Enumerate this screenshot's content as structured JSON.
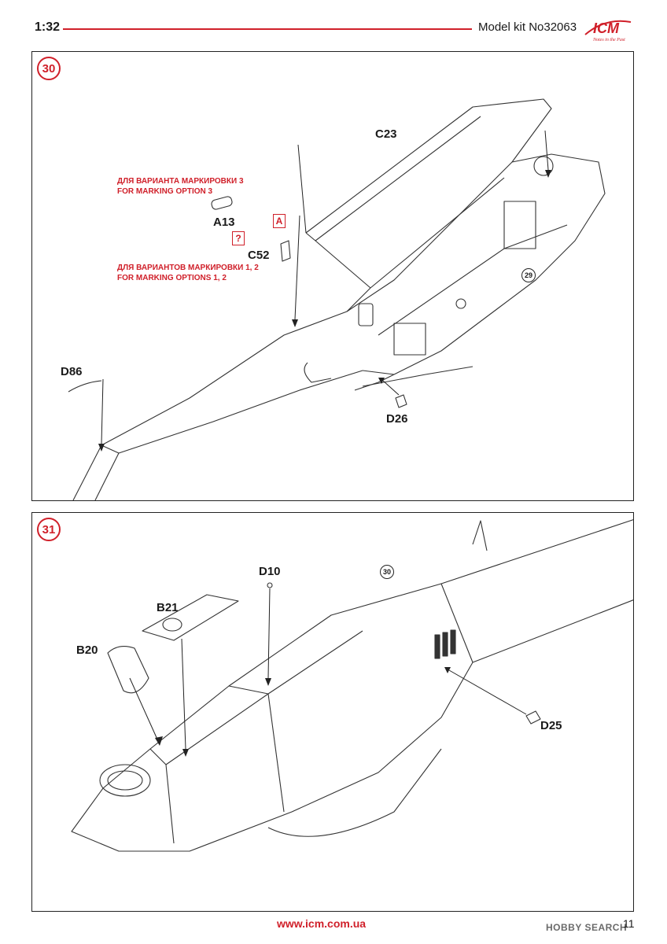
{
  "header": {
    "scale": "1:32",
    "kit_number": "Model kit No32063",
    "logo": {
      "brand": "ICM",
      "slogan": "Notes in the Past"
    }
  },
  "step30": {
    "number": "30",
    "ref_step": "29",
    "parts": {
      "c23": "C23",
      "a13": "A13",
      "c52": "C52",
      "d86": "D86",
      "d26": "D26"
    },
    "note_option3": {
      "ru": "ДЛЯ ВАРИАНТА МАРКИРОВКИ 3",
      "en": "FOR MARKING OPTION 3"
    },
    "note_options12": {
      "ru": "ДЛЯ ВАРИАНТОВ МАРКИРОВКИ 1, 2",
      "en": "FOR MARKING OPTIONS 1, 2"
    },
    "box_a": "A",
    "box_q": "?"
  },
  "step31": {
    "number": "31",
    "ref_step": "30",
    "parts": {
      "d10": "D10",
      "b21": "B21",
      "b20": "B20",
      "d25": "D25"
    }
  },
  "footer": {
    "url": "www.icm.com.ua",
    "page": "11",
    "watermark": "HOBBY SEARCH"
  },
  "colors": {
    "accent_red": "#d0202a",
    "line": "#222222"
  }
}
